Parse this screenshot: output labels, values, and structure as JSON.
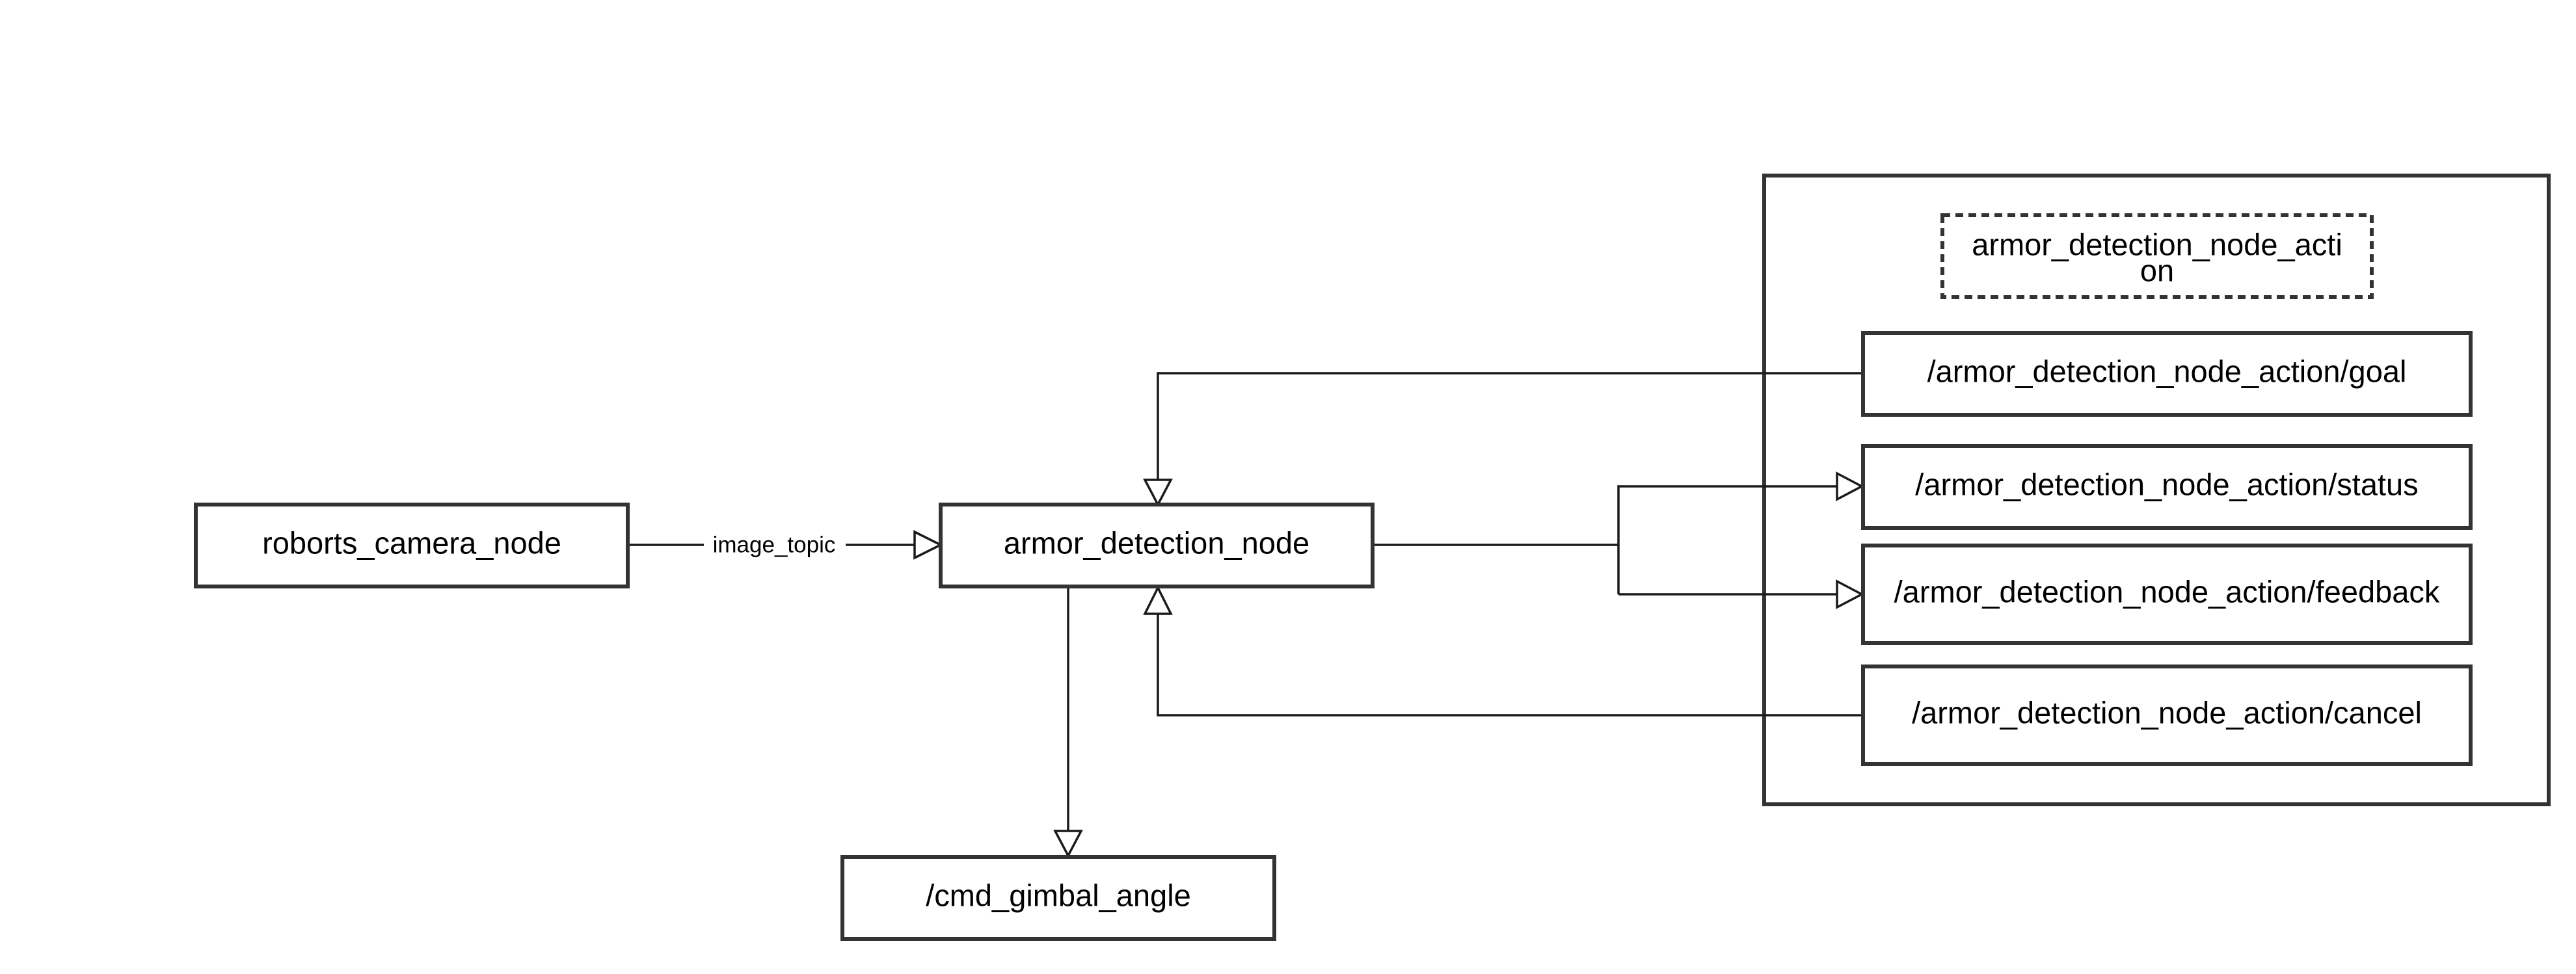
{
  "colors": {
    "stroke": "#333333",
    "line": "#1a1a1a",
    "text": "#000000",
    "background": "#ffffff"
  },
  "nodes": {
    "camera": "roborts_camera_node",
    "detection": "armor_detection_node",
    "gimbal": "/cmd_gimbal_angle",
    "action_title_line1": "armor_detection_node_acti",
    "action_title_line2": "on",
    "goal": "/armor_detection_node_action/goal",
    "status": "/armor_detection_node_action/status",
    "feedback": "/armor_detection_node_action/feedback",
    "cancel": "/armor_detection_node_action/cancel"
  },
  "edges": {
    "image_topic": "image_topic"
  }
}
